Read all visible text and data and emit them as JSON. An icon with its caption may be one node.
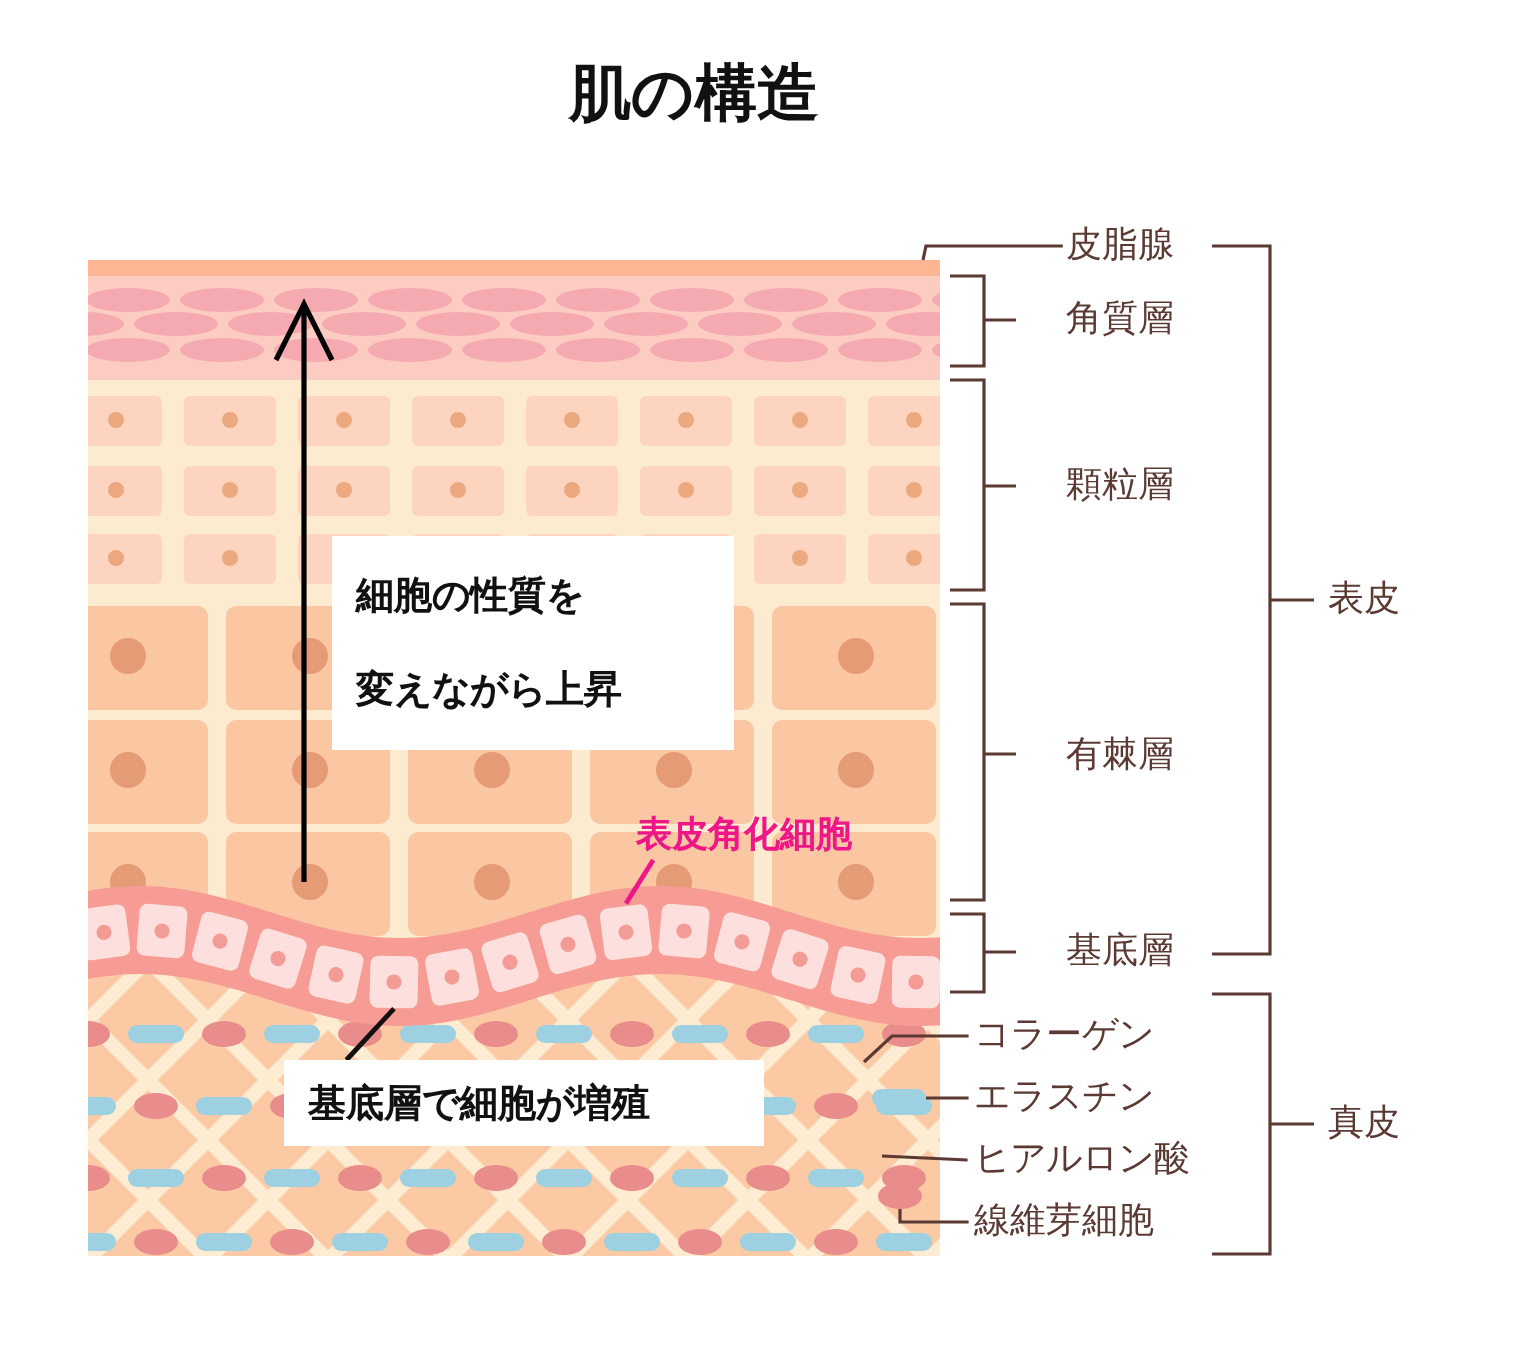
{
  "diagram": {
    "title": "肌の構造",
    "nodes": [
      {
        "text": [
          "皮脂腺"
        ]
      },
      {
        "text": [
          "細胞の性質を",
          "変えながら上昇"
        ]
      },
      {
        "text": [
          "表皮角化細胞"
        ]
      },
      {
        "text": [],
        "shape": "box"
      },
      {
        "text": [],
        "shape": "box"
      },
      {
        "text": [
          "基底層で細胞が増殖"
        ]
      },
      {
        "text": [
          "コラーゲン"
        ]
      },
      {
        "text": [
          "エラスチン"
        ]
      },
      {
        "text": [],
        "shape": "bar"
      },
      {
        "text": [
          "ヒアルロン酸"
        ]
      },
      {
        "text": [
          "線維芽細胞"
        ]
      },
      {
        "text": [],
        "shape": "circle"
      },
      {
        "text": [],
        "shape": "bar"
      }
    ],
    "edges": [
      {
        "from": 0,
        "to": 8,
        "arrow": "none"
      },
      {
        "from": 2,
        "to": 3,
        "arrow": "none",
        "color": "#ee1689"
      },
      {
        "from": 5,
        "to": 4,
        "arrow": "none",
        "color": "#111111"
      },
      {
        "from": 6,
        "to": null,
        "arrow": "none"
      },
      {
        "from": 7,
        "to": 12,
        "arrow": "none"
      },
      {
        "from": 9,
        "to": null,
        "arrow": "none"
      },
      {
        "from": 10,
        "to": 11,
        "arrow": "none"
      }
    ],
    "labels": [
      "角質層",
      "顆粒層",
      "表皮",
      "有棘層",
      "基底層",
      "真皮"
    ]
  }
}
